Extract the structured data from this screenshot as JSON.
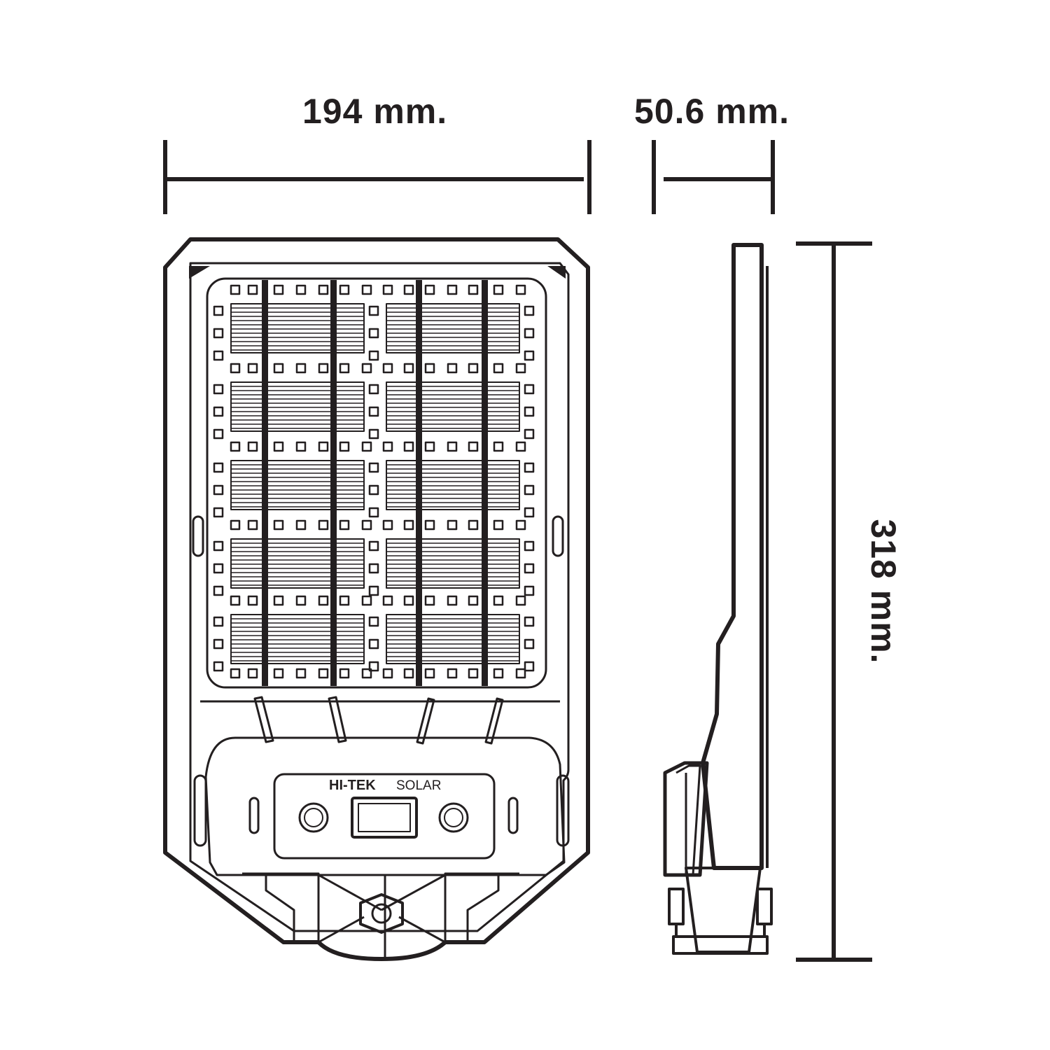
{
  "dimensions": {
    "width": "194 mm.",
    "depth": "50.6 mm.",
    "height": "318 mm."
  },
  "panel": {
    "brand_bold": "HI-TEK",
    "brand_light": "SOLAR"
  },
  "colors": {
    "line": "#231f20",
    "background": "#ffffff"
  }
}
